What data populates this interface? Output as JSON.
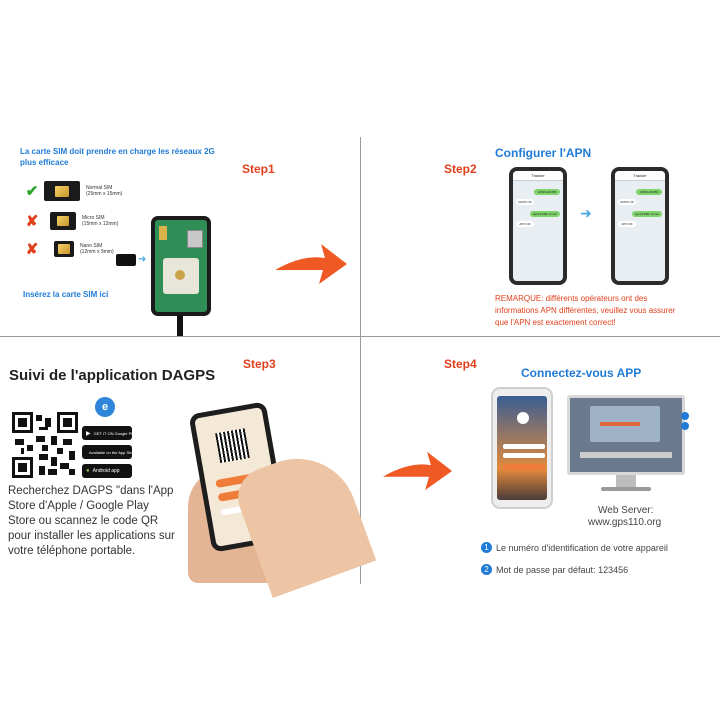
{
  "step1": {
    "label": "Step1",
    "sim_note": "La carte SIM doit prendre en charge les réseaux 2G plus efficace",
    "sims": [
      {
        "mark": "✔",
        "name": "Normal SIM",
        "size": "(25mm x 15mm)"
      },
      {
        "mark": "✘",
        "name": "Micro SIM",
        "size": "(15mm x 12mm)"
      },
      {
        "mark": "✘",
        "name": "Nano SIM",
        "size": "(12mm x 9mm)"
      }
    ],
    "insert": "Insérez la carte SIM ici"
  },
  "step2": {
    "label": "Step2",
    "title": "Configurer l'APN",
    "note": "REMARQUE: différents opérateurs ont des informations APN différentes, veuillez vous assurer que l'APN est exactement correct!",
    "phone_title": "Tracker",
    "msgs": [
      "GPRS123456",
      "GPRS OK",
      "apn123456 cmnet",
      "APN OK"
    ]
  },
  "step3": {
    "label": "Step3",
    "title": "Suivi de l'application DAGPS",
    "stores": [
      "GET IT ON Google Play",
      "Available on the App Store",
      "Android app"
    ],
    "description": "Recherchez DAGPS \"dans l'App Store d'Apple / Google Play Store ou scannez le code QR pour installer les applications sur votre téléphone portable."
  },
  "step4": {
    "label": "Step4",
    "title": "Connectez-vous APP",
    "web_server": "Web Server:",
    "url": "www.gps110.org",
    "items": [
      {
        "num": "1",
        "text": "Le numéro d'identification de votre appareil"
      },
      {
        "num": "2",
        "text": "Mot de passe par défaut: 123456"
      }
    ]
  },
  "colors": {
    "accent_blue": "#1f7bd6",
    "accent_red": "#e0401c",
    "arrow": "#ef5a24"
  }
}
